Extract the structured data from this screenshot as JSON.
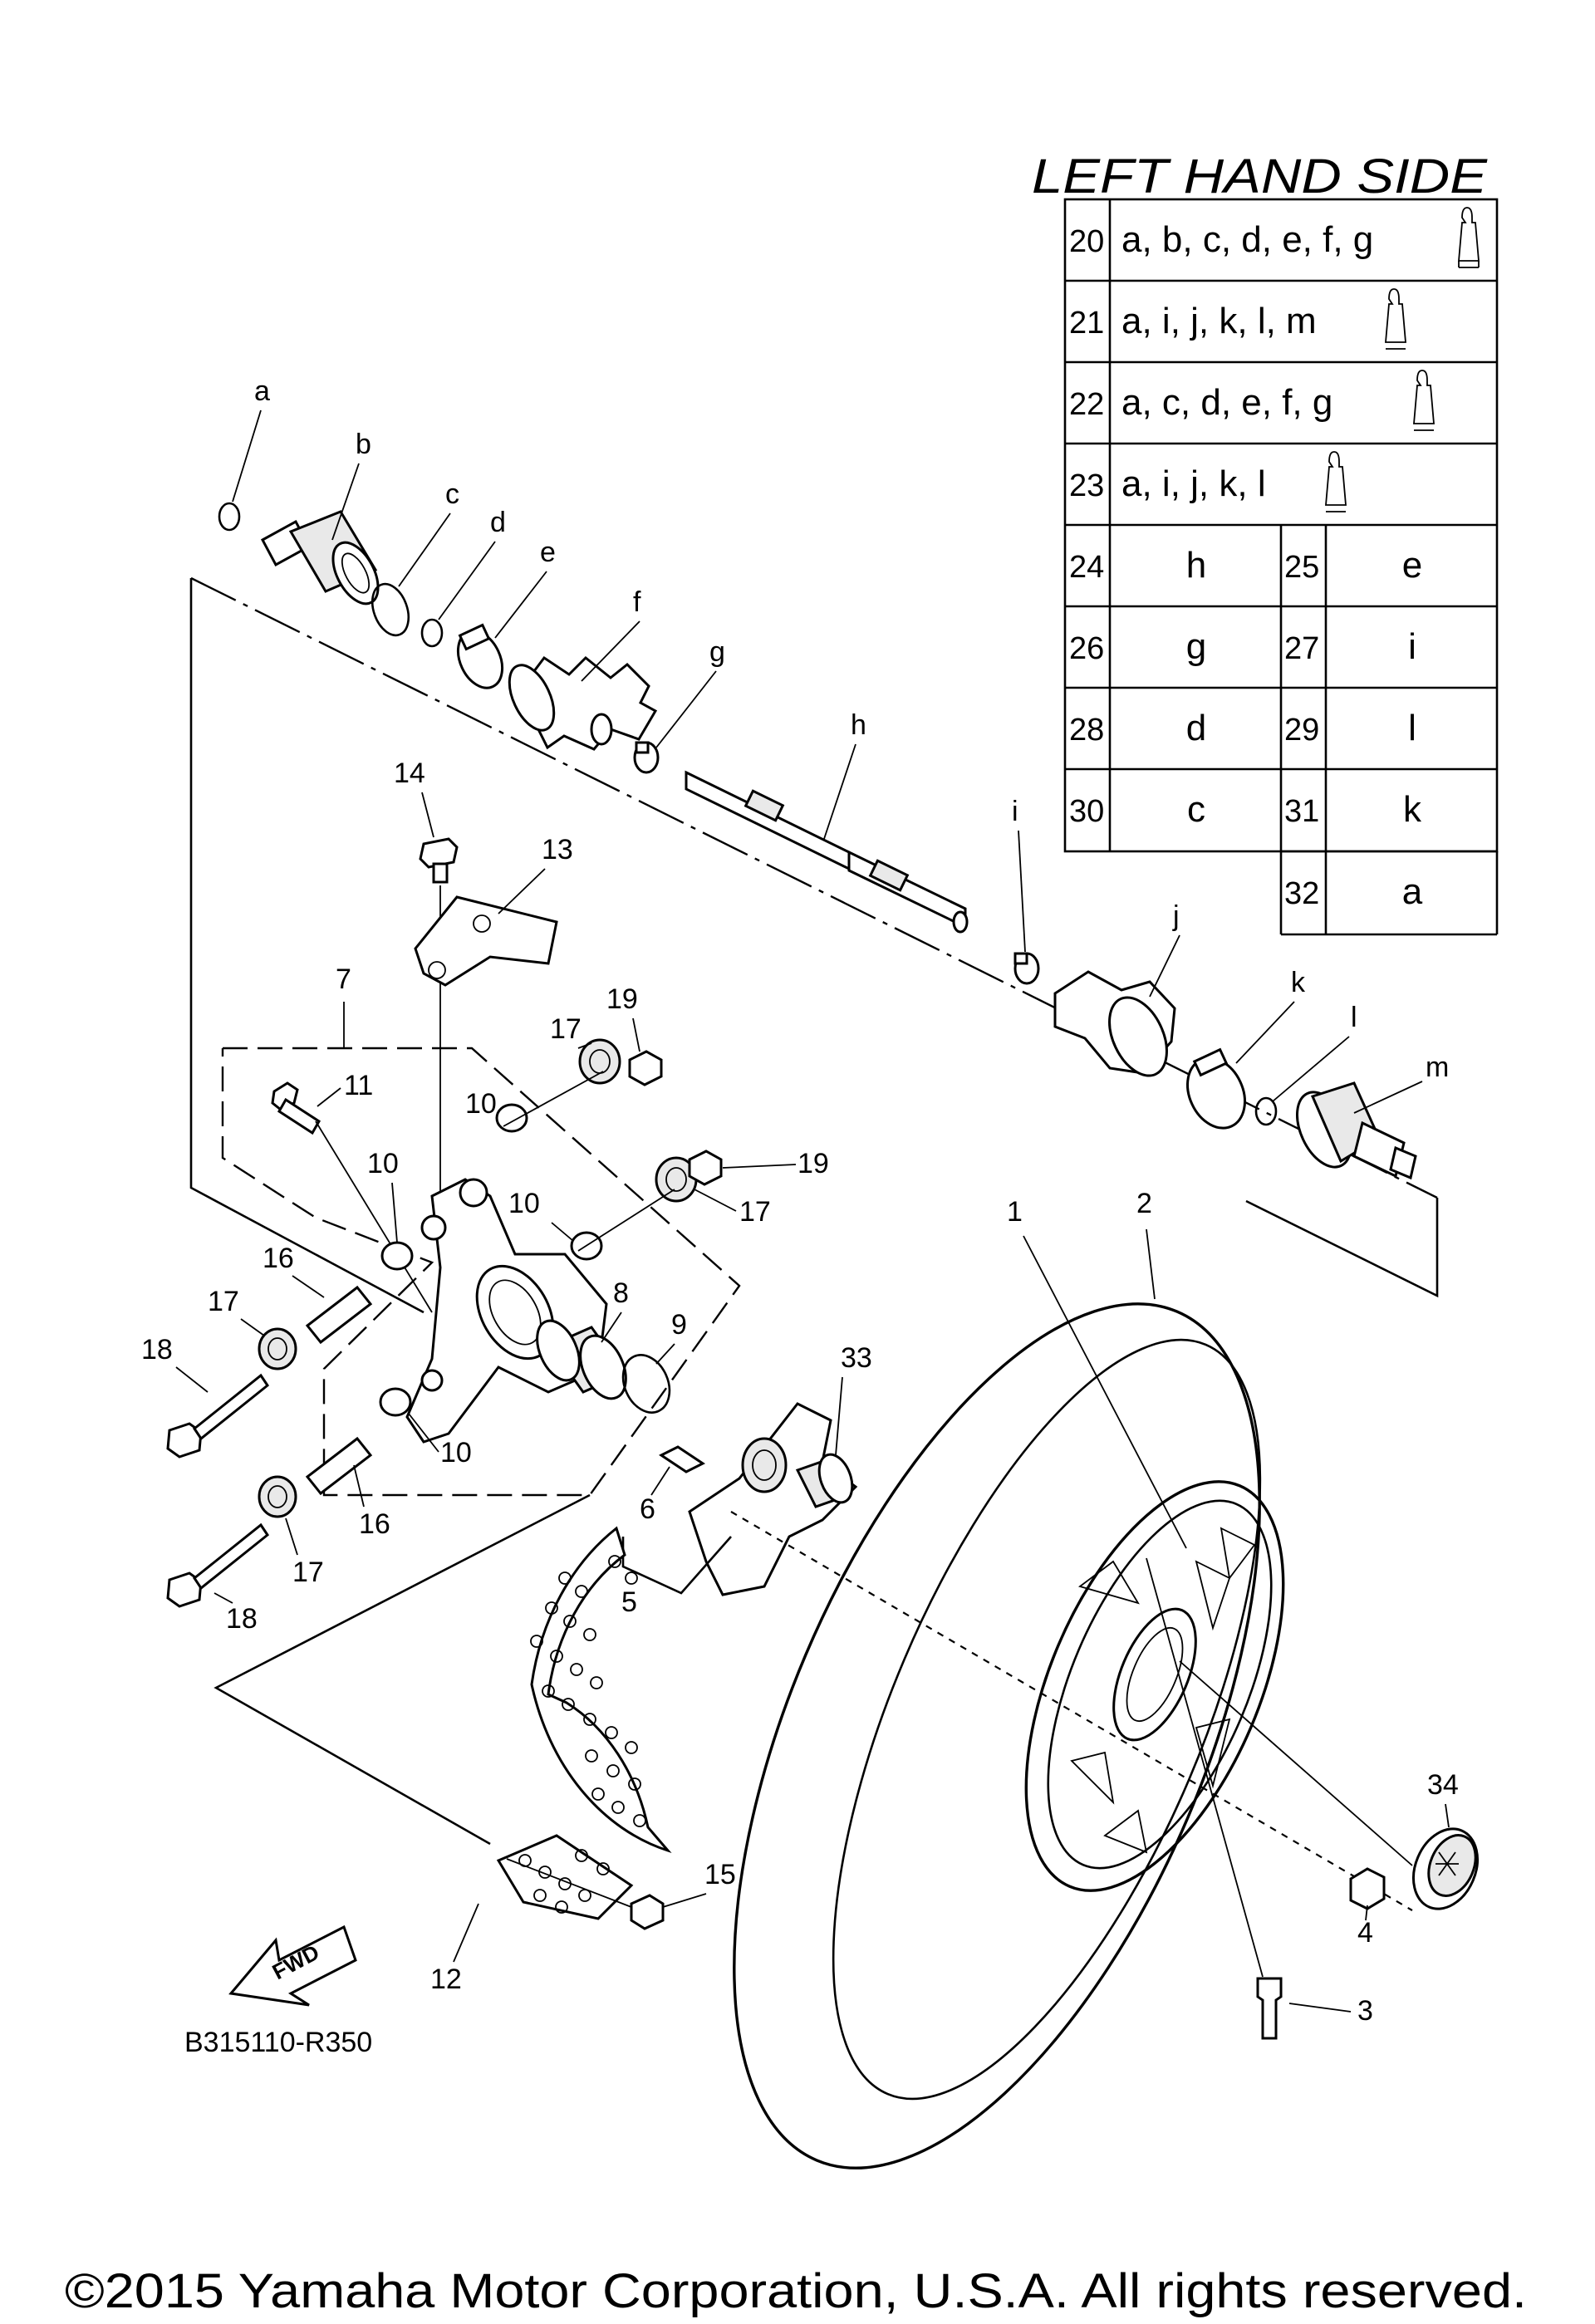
{
  "table": {
    "title": "LEFT HAND SIDE",
    "rows": [
      {
        "no": "20",
        "parts": "a, b, c, d, e, f, g",
        "grease": true
      },
      {
        "no": "21",
        "parts": "a, i, j, k, l, m",
        "grease": true
      },
      {
        "no": "22",
        "parts": "a, c, d, e, f, g",
        "grease": true
      },
      {
        "no": "23",
        "parts": "a, i, j, k, l",
        "grease": true
      }
    ],
    "pairs": [
      {
        "no_left": "24",
        "val_left": "h",
        "no_right": "25",
        "val_right": "e"
      },
      {
        "no_left": "26",
        "val_left": "g",
        "no_right": "27",
        "val_right": "i"
      },
      {
        "no_left": "28",
        "val_left": "d",
        "no_right": "29",
        "val_right": "l"
      },
      {
        "no_left": "30",
        "val_left": "c",
        "no_right": "31",
        "val_right": "k"
      }
    ],
    "last": {
      "no": "32",
      "val": "a"
    }
  },
  "labels": {
    "a": "a",
    "b": "b",
    "c": "c",
    "d": "d",
    "e": "e",
    "f": "f",
    "g": "g",
    "h": "h",
    "i": "i",
    "j": "j",
    "k": "k",
    "l": "l",
    "m": "m",
    "n1": "1",
    "n2": "2",
    "n3": "3",
    "n4": "4",
    "n5": "5",
    "n6": "6",
    "n7": "7",
    "n8": "8",
    "n9": "9",
    "n10": "10",
    "n11": "11",
    "n12": "12",
    "n13": "13",
    "n14": "14",
    "n15": "15",
    "n16": "16",
    "n17": "17",
    "n18": "18",
    "n19": "19",
    "n33": "33",
    "n34": "34"
  },
  "fwd_label": "FWD",
  "diagram_code": "B315110-R350",
  "copyright": "©2015 Yamaha Motor Corporation, U.S.A. All rights reserved."
}
